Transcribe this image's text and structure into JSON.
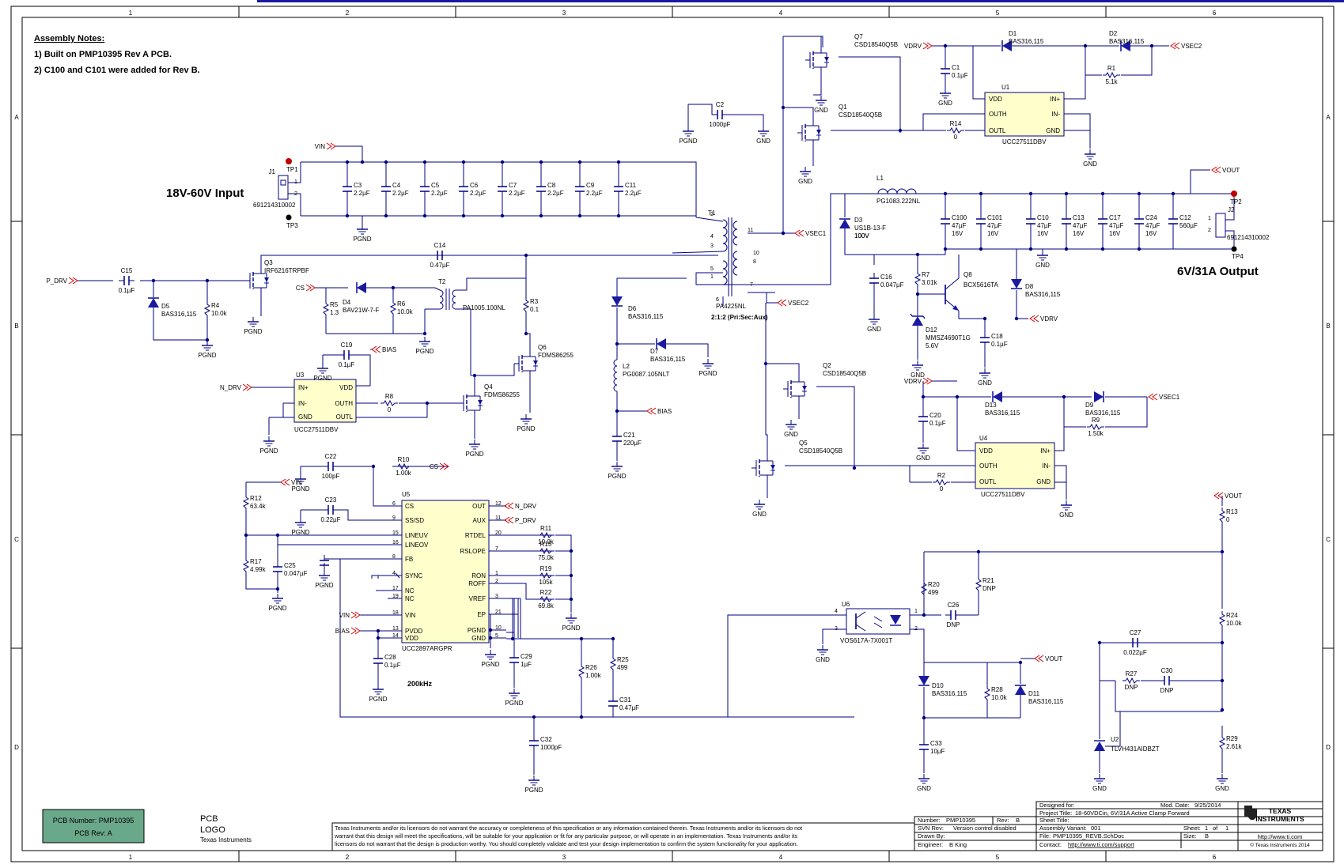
{
  "colors": {
    "wire": "#000080",
    "net": "#d40000",
    "part": "#1a1aa0",
    "note": "#d40000",
    "green": "#1a9a6a",
    "pcbbox": "#6aa88a",
    "ink": "#000000"
  },
  "frame": {
    "cols": [
      "1",
      "2",
      "3",
      "4",
      "5",
      "6"
    ],
    "rows": [
      "A",
      "B",
      "C",
      "D"
    ]
  },
  "notes": {
    "heading": "Assembly Notes:",
    "line1": "1) Built on PMP10395 Rev A PCB.",
    "line2": "2) C100 and C101 were added for Rev B."
  },
  "headings": {
    "input": "18V-60V Input",
    "output": "6V/31A Output",
    "freq": "200kHz",
    "ratio": "2:1:2 (Pri:Sec:Aux)"
  },
  "nets": {
    "vin": "VIN",
    "vdrv": "VDRV",
    "vsec2": "VSEC2",
    "vsec1": "VSEC1",
    "vout": "VOUT",
    "pdrv": "P_DRV",
    "ndrv": "N_DRV",
    "cs": "CS",
    "bias": "BIAS",
    "pgnd": "PGND",
    "gnd": "GND"
  },
  "connectors": {
    "j1": {
      "ref": "J1",
      "pn": "691214310002",
      "p1": "1",
      "p2": "2"
    },
    "j2": {
      "ref": "J2",
      "pn": "691214310002",
      "p1": "1",
      "p2": "2"
    },
    "tp1": "TP1",
    "tp2": "TP2",
    "tp3": "TP3",
    "tp4": "TP4"
  },
  "input_caps": [
    {
      "ref": "C3",
      "val": "2.2µF"
    },
    {
      "ref": "C4",
      "val": "2.2µF"
    },
    {
      "ref": "C5",
      "val": "2.2µF"
    },
    {
      "ref": "C6",
      "val": "2.2µF"
    },
    {
      "ref": "C7",
      "val": "2.2µF"
    },
    {
      "ref": "C8",
      "val": "2.2µF"
    },
    {
      "ref": "C9",
      "val": "2.2µF"
    },
    {
      "ref": "C11",
      "val": "2.2µF"
    }
  ],
  "output_caps": [
    {
      "ref": "C100",
      "v1": "47µF",
      "v2": "16V"
    },
    {
      "ref": "C101",
      "v1": "47µF",
      "v2": "16V"
    },
    {
      "ref": "C10",
      "v1": "47µF",
      "v2": "16V"
    },
    {
      "ref": "C13",
      "v1": "47µF",
      "v2": "16V"
    },
    {
      "ref": "C17",
      "v1": "47µF",
      "v2": "16V"
    },
    {
      "ref": "C24",
      "v1": "47µF",
      "v2": "16V"
    }
  ],
  "c12": {
    "ref": "C12",
    "val": "560µF"
  },
  "parts": {
    "c1": {
      "ref": "C1",
      "val": "0.1µF"
    },
    "c2": {
      "ref": "C2",
      "val": "1000pF"
    },
    "c14": {
      "ref": "C14",
      "val": "0.47µF"
    },
    "c15": {
      "ref": "C15",
      "val": "0.1µF"
    },
    "c16": {
      "ref": "C16",
      "val": "0.047µF"
    },
    "c18": {
      "ref": "C18",
      "val": "0.1µF"
    },
    "c19": {
      "ref": "C19",
      "val": "0.1µF"
    },
    "c20": {
      "ref": "C20",
      "val": "0.1µF"
    },
    "c21": {
      "ref": "C21",
      "val": "220µF"
    },
    "c22": {
      "ref": "C22",
      "val": "100pF"
    },
    "c23": {
      "ref": "C23",
      "val": "0.22µF"
    },
    "c25": {
      "ref": "C25",
      "val": "0.047µF"
    },
    "c26": {
      "ref": "C26",
      "val": "DNP"
    },
    "c27": {
      "ref": "C27",
      "val": "0.022µF"
    },
    "c28": {
      "ref": "C28",
      "val": "0.1µF"
    },
    "c29": {
      "ref": "C29",
      "val": "1µF"
    },
    "c30": {
      "ref": "C30",
      "val": "DNP"
    },
    "c31": {
      "ref": "C31",
      "val": "0.47µF"
    },
    "c32": {
      "ref": "C32",
      "val": "1000pF"
    },
    "c33": {
      "ref": "C33",
      "val": "10µF"
    },
    "r1": {
      "ref": "R1",
      "val": "5.1k"
    },
    "r2": {
      "ref": "R2",
      "val": "0"
    },
    "r3": {
      "ref": "R3",
      "val": "0.1"
    },
    "r4": {
      "ref": "R4",
      "val": "10.0k"
    },
    "r5": {
      "ref": "R5",
      "val": "1.3"
    },
    "r6": {
      "ref": "R6",
      "val": "10.0k"
    },
    "r7": {
      "ref": "R7",
      "val": "3.01k"
    },
    "r8": {
      "ref": "R8",
      "val": "0"
    },
    "r9": {
      "ref": "R9",
      "val": "1.50k"
    },
    "r10": {
      "ref": "R10",
      "val": "1.00k"
    },
    "r11": {
      "ref": "R11",
      "val": "10.0k"
    },
    "r12": {
      "ref": "R12",
      "val": "63.4k"
    },
    "r13": {
      "ref": "R13",
      "val": "0"
    },
    "r14": {
      "ref": "R14",
      "val": "0"
    },
    "r15": {
      "ref": "R15",
      "val": "75.0k"
    },
    "r17": {
      "ref": "R17",
      "val": "4.99k"
    },
    "r19": {
      "ref": "R19",
      "val": "105k"
    },
    "r20": {
      "ref": "R20",
      "val": "499"
    },
    "r21": {
      "ref": "R21",
      "val": "DNP"
    },
    "r22": {
      "ref": "R22",
      "val": "69.8k"
    },
    "r24": {
      "ref": "R24",
      "val": "10.0k"
    },
    "r25": {
      "ref": "R25",
      "val": "499"
    },
    "r26": {
      "ref": "R26",
      "val": "1.00k"
    },
    "r27": {
      "ref": "R27",
      "val": "DNP"
    },
    "r28": {
      "ref": "R28",
      "val": "10.0k"
    },
    "r29": {
      "ref": "R29",
      "val": "2.61k"
    },
    "d1": {
      "ref": "D1",
      "val": "BAS316,115"
    },
    "d2": {
      "ref": "D2",
      "val": "BAS316,115"
    },
    "d3": {
      "ref": "D3",
      "val": "US1B-13-F",
      "v2": "100V"
    },
    "d4": {
      "ref": "D4",
      "val": "BAV21W-7-F"
    },
    "d5": {
      "ref": "D5",
      "val": "BAS316,115"
    },
    "d6": {
      "ref": "D6",
      "val": "BAS316,115"
    },
    "d7": {
      "ref": "D7",
      "val": "BAS316,115"
    },
    "d8": {
      "ref": "D8",
      "val": "BAS316,115"
    },
    "d9": {
      "ref": "D9",
      "val": "BAS316,115"
    },
    "d10": {
      "ref": "D10",
      "val": "BAS316,115"
    },
    "d11": {
      "ref": "D11",
      "val": "BAS316,115"
    },
    "d12": {
      "ref": "D12",
      "val": "MMSZ4690T1G",
      "v2": "5.6V"
    },
    "d13": {
      "ref": "D13",
      "val": "BAS316,115"
    },
    "q1": {
      "ref": "Q1",
      "val": "CSD18540Q5B"
    },
    "q2": {
      "ref": "Q2",
      "val": "CSD18540Q5B"
    },
    "q3": {
      "ref": "Q3",
      "val": "IRF6216TRPBF"
    },
    "q4": {
      "ref": "Q4",
      "val": "FDMS86255"
    },
    "q5": {
      "ref": "Q5",
      "val": "CSD18540Q5B"
    },
    "q6": {
      "ref": "Q6",
      "val": "FDMS86255"
    },
    "q7": {
      "ref": "Q7",
      "val": "CSD18540Q5B"
    },
    "q8": {
      "ref": "Q8",
      "val": "BCX5616TA"
    },
    "l1": {
      "ref": "L1",
      "val": "PG1083.222NL"
    },
    "l2": {
      "ref": "L2",
      "val": "PG0087.105NLT"
    },
    "t1": {
      "ref": "T1",
      "val": "PA4225NL"
    },
    "t2": {
      "ref": "T2",
      "val": "PA1005.100NL"
    },
    "u2": {
      "ref": "U2",
      "val": "TLVH431AIDBZT"
    },
    "u6": {
      "ref": "U6",
      "val": "VOS617A-7X001T"
    }
  },
  "drivers": {
    "ref_name": "UCC27511DBV",
    "u1": "U1",
    "u3": "U3",
    "u4": "U4",
    "pins": {
      "vdd": "VDD",
      "out": "OUTH",
      "outl": "OUTL",
      "gnd": "GND",
      "inp": "IN+",
      "inn": "IN-"
    }
  },
  "u5": {
    "ref": "U5",
    "name": "UCC2897ARGPR",
    "left": [
      {
        "pin": "6",
        "name": "CS"
      },
      {
        "pin": "9",
        "name": "SS/SD"
      },
      {
        "pin": "15",
        "name": "LINEUV"
      },
      {
        "pin": "16",
        "name": "LINEOV"
      },
      {
        "pin": "8",
        "name": "FB"
      },
      {
        "pin": "4",
        "name": "SYNC"
      },
      {
        "pin": "17",
        "name": "NC"
      },
      {
        "pin": "19",
        "name": "NC"
      },
      {
        "pin": "18",
        "name": "VIN"
      },
      {
        "pin": "13",
        "name": "PVDD"
      },
      {
        "pin": "14",
        "name": "VDD"
      }
    ],
    "right": [
      {
        "pin": "12",
        "name": "OUT"
      },
      {
        "pin": "11",
        "name": "AUX"
      },
      {
        "pin": "20",
        "name": "RTDEL"
      },
      {
        "pin": "7",
        "name": "RSLOPE"
      },
      {
        "pin": "1",
        "name": "RON"
      },
      {
        "pin": "2",
        "name": "ROFF"
      },
      {
        "pin": "3",
        "name": "VREF"
      },
      {
        "pin": "21",
        "name": "EP"
      },
      {
        "pin": "10",
        "name": "PGND"
      },
      {
        "pin": "5",
        "name": "GND"
      }
    ]
  },
  "pcb": {
    "number": "PCB Number: PMP10395",
    "rev": "PCB Rev: A"
  },
  "logo": {
    "line1": "PCB",
    "line2": "LOGO",
    "line3": "Texas Instruments"
  },
  "disclaimer": [
    "Texas Instruments and/or its licensors do not warrant the accuracy or completeness of this specification or any information contained therein. Texas Instruments and/or its licensors do not",
    "warrant that this design will meet the specifications, will be suitable for your application or fit for any particular purpose, or will operate in an implementation. Texas Instruments and/or its",
    "licensors do not warrant that the design is production worthy. You should completely validate and test your design implementation to confirm the system functionality for your application."
  ],
  "titleblock": {
    "number_label": "Number:",
    "number": "PMP10395",
    "rev_label": "Rev:",
    "rev": "B",
    "svn_label": "SVN Rev:",
    "svn": "Version control disabled",
    "drawn_label": "Drawn By:",
    "eng_label": "Engineer:",
    "eng": "B King",
    "designed_label": "Designed for:",
    "mod_label": "Mod. Date:",
    "mod": "9/25/2014",
    "project_label": "Project Title:",
    "project": "18-60VDCin, 6V/31A Active Clamp Forward",
    "sheet_title_label": "Sheet Title:",
    "variant_label": "Assembly Variant:",
    "variant": "001",
    "sheet_label": "Sheet:",
    "sheet": "1",
    "of": "of",
    "sheets": "1",
    "file_label": "File:",
    "file": "PMP10395_REVB.SchDoc",
    "size_label": "Size:",
    "size": "B",
    "contact_label": "Contact:",
    "contact": "http://www.ti.com/support",
    "ti1": "TEXAS",
    "ti2": "INSTRUMENTS",
    "url": "http://www.ti.com",
    "copy": "© Texas Instruments 2014"
  }
}
